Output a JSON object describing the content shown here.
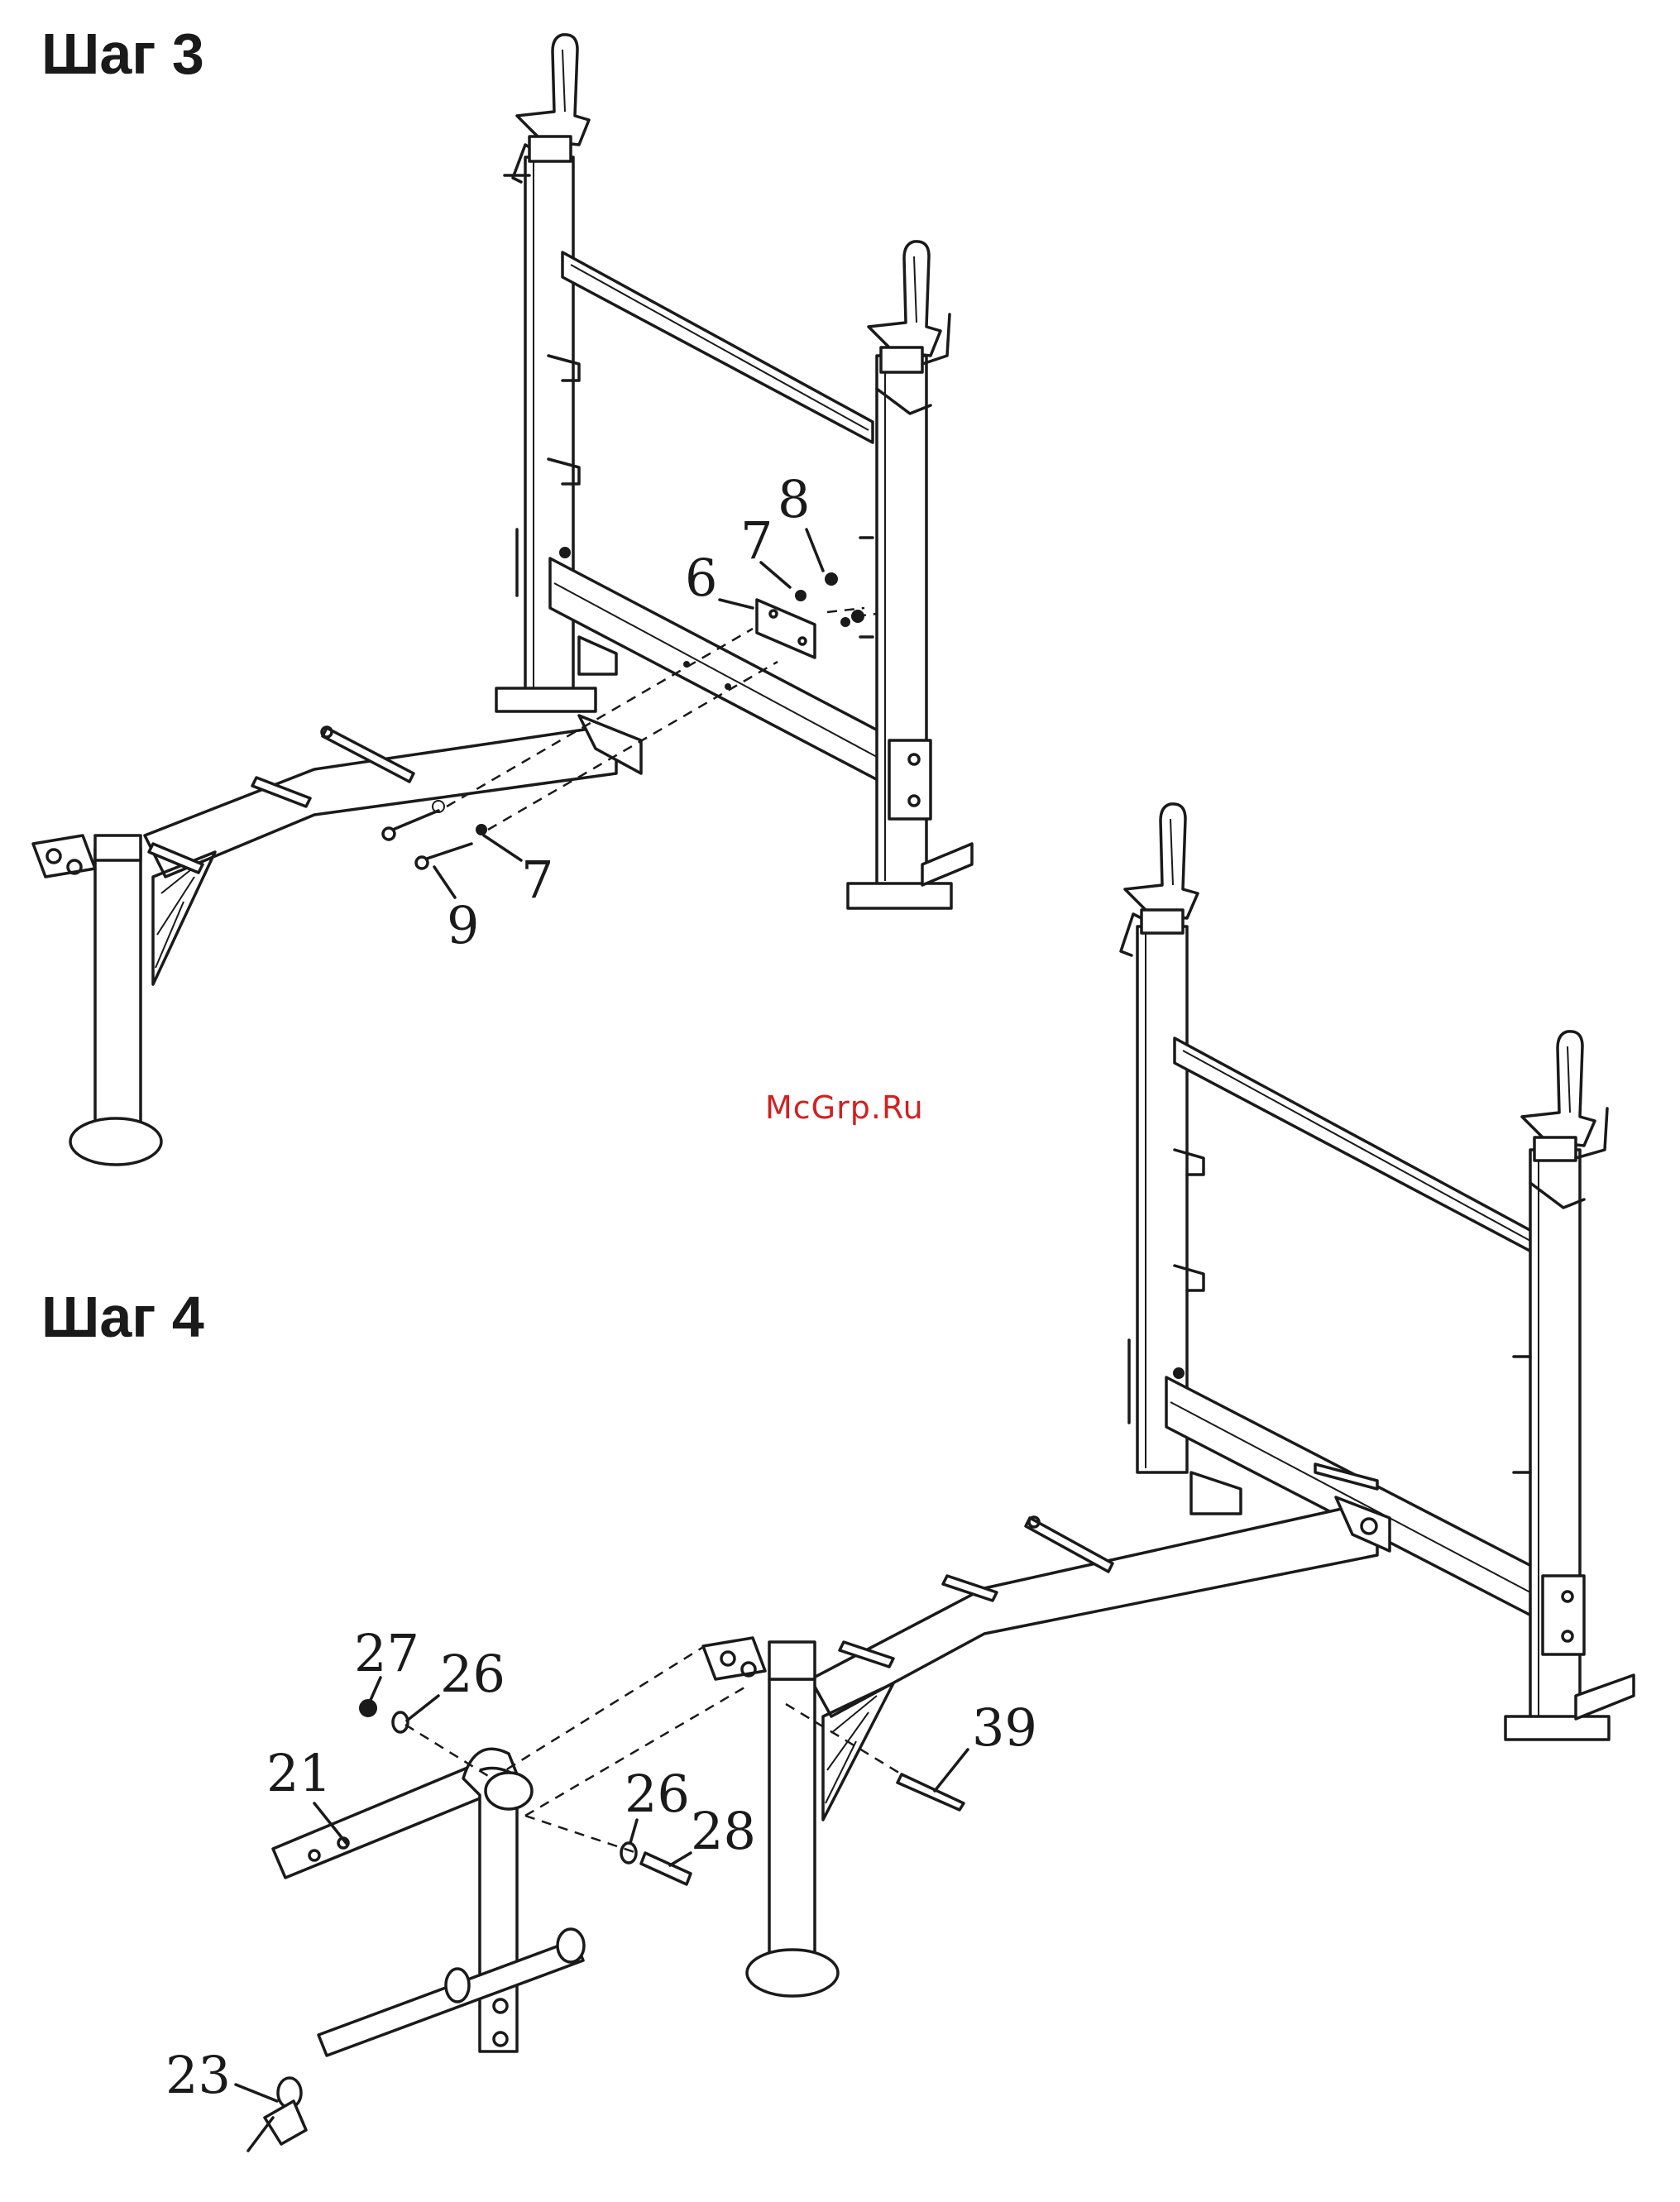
{
  "steps": [
    {
      "heading": "Шаг 3",
      "callouts": [
        {
          "label": "8"
        },
        {
          "label": "7"
        },
        {
          "label": "6"
        },
        {
          "label": "7"
        },
        {
          "label": "9"
        }
      ]
    },
    {
      "heading": "Шаг 4",
      "callouts": [
        {
          "label": "27"
        },
        {
          "label": "26"
        },
        {
          "label": "21"
        },
        {
          "label": "26"
        },
        {
          "label": "28"
        },
        {
          "label": "39"
        },
        {
          "label": "23"
        }
      ]
    }
  ],
  "watermark": "McGrp.Ru",
  "colors": {
    "line": "#1a1a1a",
    "watermark": "#d42020",
    "background": "#ffffff"
  }
}
